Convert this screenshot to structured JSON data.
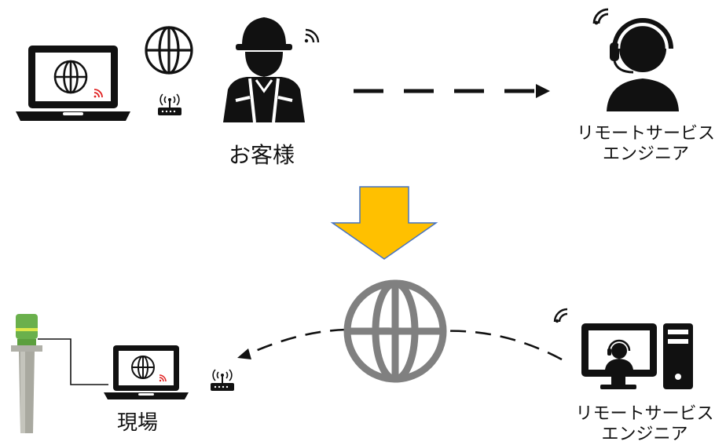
{
  "labels": {
    "customer": "お客様",
    "site": "現場",
    "remote_engineer_top": {
      "line1": "リモートサービス",
      "line2": "エンジニア"
    },
    "remote_engineer_bottom": {
      "line1": "リモートサービス",
      "line2": "エンジニア"
    }
  },
  "colors": {
    "icon": "#111111",
    "arrow_fill": "#FFC000",
    "arrow_stroke": "#4472C4",
    "globe_gray": "#808080",
    "wifi_red": "#E02020",
    "sensor_green": "#6AB04C",
    "sensor_body": "#A9A9A0"
  },
  "icons": [
    "laptop-icon",
    "globe-icon",
    "router-icon",
    "worker-icon",
    "wifi-icon",
    "headset-operator-icon",
    "down-arrow",
    "desktop-computer-icon",
    "radar-level-sensor"
  ]
}
